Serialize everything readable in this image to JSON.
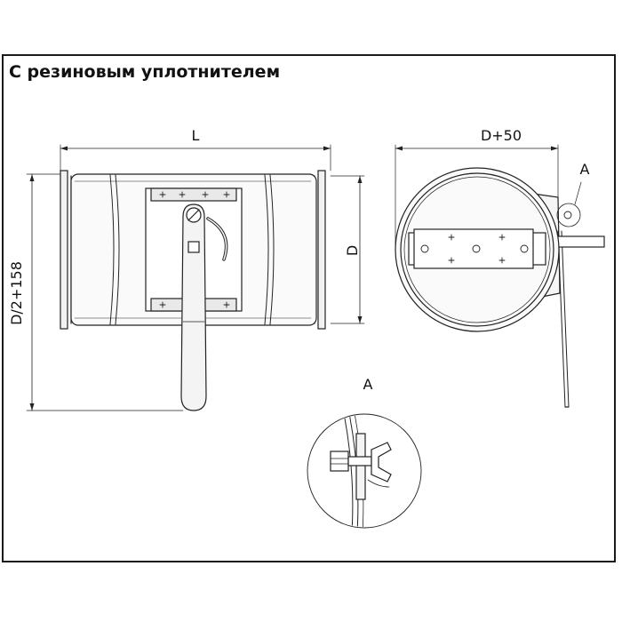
{
  "title": "С резиновым уплотнителем",
  "dimensions": {
    "length": "L",
    "diameter": "D",
    "overall_height": "D/2+158",
    "flange_width": "D+50"
  },
  "callouts": {
    "detail_marker": "A",
    "detail_view_label": "A"
  }
}
